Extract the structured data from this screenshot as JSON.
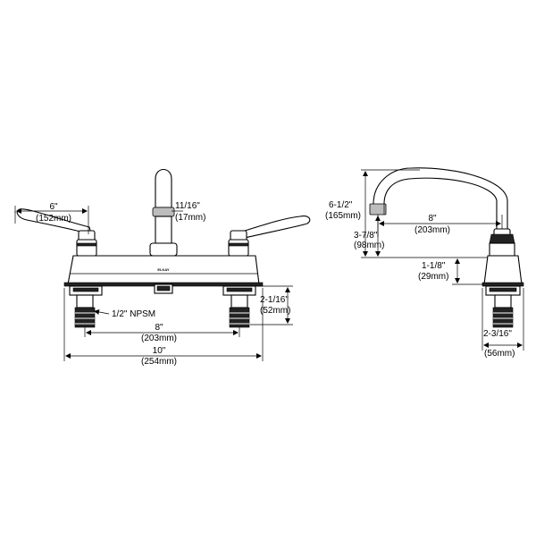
{
  "front_view": {
    "handle_reach": {
      "imperial": "6\"",
      "metric": "(152mm)"
    },
    "riser_diameter": {
      "imperial": "11/16\"",
      "metric": "(17mm)"
    },
    "shank_length": {
      "imperial": "2-1/16\"",
      "metric": "(52mm)"
    },
    "thread_label": "1/2\" NPSM",
    "center_spacing": {
      "imperial": "8\"",
      "metric": "(203mm)"
    },
    "overall_width": {
      "imperial": "10\"",
      "metric": "(254mm)"
    },
    "brand_mark": "ELKAY"
  },
  "side_view": {
    "spout_height": {
      "imperial": "6-1/2\"",
      "metric": "(165mm)"
    },
    "spout_reach": {
      "imperial": "8\"",
      "metric": "(203mm)"
    },
    "outlet_height": {
      "imperial": "3-7/8\"",
      "metric": "(98mm)"
    },
    "body_height": {
      "imperial": "1-1/8\"",
      "metric": "(29mm)"
    },
    "base_depth": {
      "imperial": "2-3/16\"",
      "metric": "(56mm)"
    }
  }
}
